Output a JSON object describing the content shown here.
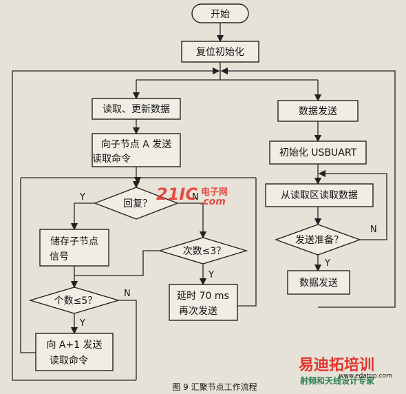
{
  "nodes": {
    "start": "开始",
    "init": "复位初始化",
    "read_update": "读取、更新数据",
    "send_to_child_1": "向子节点 A 发送",
    "send_to_child_2": "读取命令",
    "reply_q": "回复？",
    "store_1": "储存子节点",
    "store_2": "信号",
    "times_q": "次数≤3？",
    "delay_1": "延时 70 ms",
    "delay_2": "再次发送",
    "count_q": "个数≤5？",
    "send_next_1": "向 A+1 发送",
    "send_next_2": "读取命令",
    "data_send_top": "数据发送",
    "init_usb": "初始化 USBUART",
    "read_buffer": "从读取区读取数据",
    "ready_q": "发送准备？",
    "data_send_bottom": "数据发送"
  },
  "edge_labels": {
    "reply_yes": "Y",
    "reply_no": "N",
    "times_yes": "Y",
    "count_yes": "Y",
    "count_no": "N",
    "ready_yes": "Y",
    "ready_no": "N"
  },
  "caption": "图 9 汇聚节点工作流程",
  "watermarks": {
    "top_a": "21IC",
    "top_b": "电子网",
    "top_c": ".com",
    "bottom_a": "易迪拓培训",
    "bottom_b": "射频和天线设计专家",
    "bottom_c": "www.edatop.com"
  },
  "colors": {
    "watermark_red": "#e2342c",
    "watermark_green": "#2a7d4f",
    "line": "#222222"
  }
}
